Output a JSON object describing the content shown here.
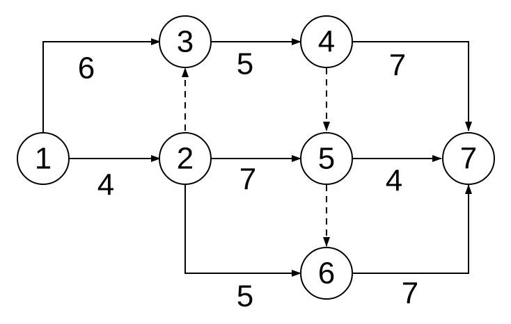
{
  "diagram": {
    "nodes": [
      {
        "id": "n1",
        "label": "1"
      },
      {
        "id": "n2",
        "label": "2"
      },
      {
        "id": "n3",
        "label": "3"
      },
      {
        "id": "n4",
        "label": "4"
      },
      {
        "id": "n5",
        "label": "5"
      },
      {
        "id": "n6",
        "label": "6"
      },
      {
        "id": "n7",
        "label": "7"
      }
    ],
    "edges": [
      {
        "id": "e1-3",
        "from": "1",
        "to": "3",
        "weight": "6",
        "style": "solid"
      },
      {
        "id": "e1-2",
        "from": "1",
        "to": "2",
        "weight": "4",
        "style": "solid"
      },
      {
        "id": "e2-3",
        "from": "2",
        "to": "3",
        "weight": "",
        "style": "dashed"
      },
      {
        "id": "e3-4",
        "from": "3",
        "to": "4",
        "weight": "5",
        "style": "solid"
      },
      {
        "id": "e2-5",
        "from": "2",
        "to": "5",
        "weight": "7",
        "style": "solid"
      },
      {
        "id": "e2-6",
        "from": "2",
        "to": "6",
        "weight": "5",
        "style": "solid"
      },
      {
        "id": "e4-5",
        "from": "4",
        "to": "5",
        "weight": "",
        "style": "dashed"
      },
      {
        "id": "e5-6",
        "from": "5",
        "to": "6",
        "weight": "",
        "style": "dashed"
      },
      {
        "id": "e4-7",
        "from": "4",
        "to": "7",
        "weight": "7",
        "style": "solid"
      },
      {
        "id": "e5-7",
        "from": "5",
        "to": "7",
        "weight": "4",
        "style": "solid"
      },
      {
        "id": "e6-7",
        "from": "6",
        "to": "7",
        "weight": "7",
        "style": "solid"
      }
    ]
  }
}
